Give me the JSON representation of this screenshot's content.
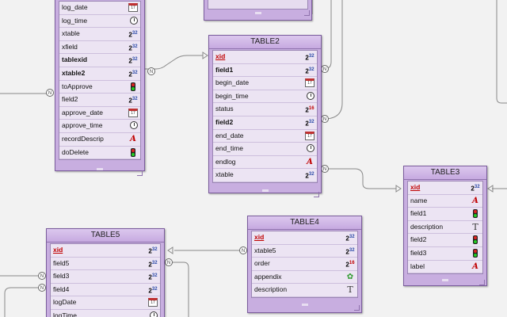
{
  "tables": {
    "t_partial": {
      "rows": [
        {
          "name": "log_date",
          "type": "date"
        },
        {
          "name": "log_time",
          "type": "time"
        },
        {
          "name": "xtable",
          "type": "int32"
        },
        {
          "name": "xfield",
          "type": "int32"
        },
        {
          "name": "tablexid",
          "type": "int32",
          "bold": true
        },
        {
          "name": "xtable2",
          "type": "int32",
          "bold": true
        },
        {
          "name": "toApprove",
          "type": "bool"
        },
        {
          "name": "field2",
          "type": "int32"
        },
        {
          "name": "approve_date",
          "type": "date"
        },
        {
          "name": "approve_time",
          "type": "time"
        },
        {
          "name": "recordDescrip",
          "type": "string"
        },
        {
          "name": "doDelete",
          "type": "bool"
        }
      ]
    },
    "table2": {
      "title": "TABLE2",
      "rows": [
        {
          "name": "xid",
          "type": "int32",
          "pk": true
        },
        {
          "name": "field1",
          "type": "int32",
          "bold": true
        },
        {
          "name": "begin_date",
          "type": "date"
        },
        {
          "name": "begin_time",
          "type": "time"
        },
        {
          "name": "status",
          "type": "int16"
        },
        {
          "name": "field2",
          "type": "int32",
          "bold": true
        },
        {
          "name": "end_date",
          "type": "date"
        },
        {
          "name": "end_time",
          "type": "time"
        },
        {
          "name": "endlog",
          "type": "string"
        },
        {
          "name": "xtable",
          "type": "int32"
        }
      ]
    },
    "table3": {
      "title": "TABLE3",
      "rows": [
        {
          "name": "xid",
          "type": "int32",
          "pk": true
        },
        {
          "name": "name",
          "type": "string"
        },
        {
          "name": "field1",
          "type": "bool"
        },
        {
          "name": "description",
          "type": "text"
        },
        {
          "name": "field2",
          "type": "bool"
        },
        {
          "name": "field3",
          "type": "bool"
        },
        {
          "name": "label",
          "type": "string"
        }
      ]
    },
    "table4": {
      "title": "TABLE4",
      "rows": [
        {
          "name": "xid",
          "type": "int32",
          "pk": true
        },
        {
          "name": "xtable5",
          "type": "int32"
        },
        {
          "name": "order",
          "type": "int16"
        },
        {
          "name": "appendix",
          "type": "blob"
        },
        {
          "name": "description",
          "type": "text"
        }
      ]
    },
    "table5": {
      "title": "TABLE5",
      "rows": [
        {
          "name": "xid",
          "type": "int32",
          "pk": true
        },
        {
          "name": "field5",
          "type": "int32"
        },
        {
          "name": "field3",
          "type": "int32"
        },
        {
          "name": "field4",
          "type": "int32"
        },
        {
          "name": "logDate",
          "type": "date"
        },
        {
          "name": "logTime",
          "type": "time"
        }
      ]
    }
  },
  "connector_label": "N",
  "type_icons": {
    "int32": {
      "glyph": "2",
      "sup": "32"
    },
    "int16": {
      "glyph": "2",
      "sup": "16"
    },
    "date": {
      "glyph": "17"
    },
    "time": {
      "glyph": ""
    },
    "bool": {
      "glyph": ""
    },
    "string": {
      "glyph": "A"
    },
    "text": {
      "glyph": "T"
    },
    "blob": {
      "glyph": "✿"
    }
  },
  "colors": {
    "table_frame": "#c8aee0",
    "table_border": "#7a5c9c",
    "pk_text": "#c00000",
    "link_line": "#888888"
  }
}
